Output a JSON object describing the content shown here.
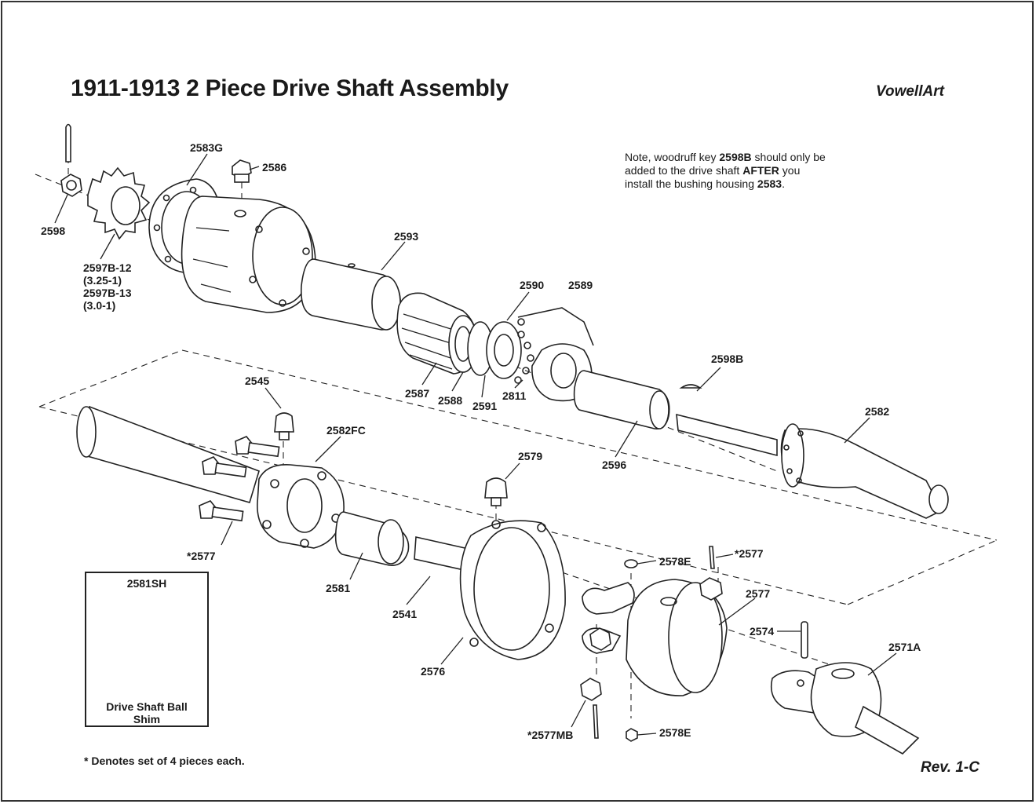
{
  "title": "1911-1913 2 Piece Drive Shaft Assembly",
  "brand": "VowellArt",
  "note": {
    "part1": "Note, woodruff key ",
    "key": "2598B",
    "part2": " should only be added to the drive shaft ",
    "after": "AFTER",
    "part3": " you install the bushing housing ",
    "housing": "2583",
    "part4": "."
  },
  "footnote": "* Denotes set of 4 pieces each.",
  "revision": "Rev. 1-C",
  "inset": {
    "title": "2581SH",
    "caption_line1": "Drive Shaft Ball",
    "caption_line2": "Shim"
  },
  "parts": {
    "p2598": "2598",
    "p2597b": [
      "2597B-12",
      "(3.25-1)",
      "2597B-13",
      "(3.0-1)"
    ],
    "p2583g": "2583G",
    "p2586": "2586",
    "p2593": "2593",
    "p2590": "2590",
    "p2589": "2589",
    "p2587": "2587",
    "p2588": "2588",
    "p2591": "2591",
    "p2811": "2811",
    "p2598b": "2598B",
    "p2582": "2582",
    "p2596": "2596",
    "p2545": "2545",
    "p2582fc": "2582FC",
    "p2579": "2579",
    "p2577a": "*2577",
    "p2581": "2581",
    "p2541": "2541",
    "p2578e_top": "2578E",
    "p2577b": "*2577",
    "p2577": "2577",
    "p2574": "2574",
    "p2571a": "2571A",
    "p2576": "2576",
    "p2577mb": "*2577MB",
    "p2578e_bot": "2578E"
  }
}
